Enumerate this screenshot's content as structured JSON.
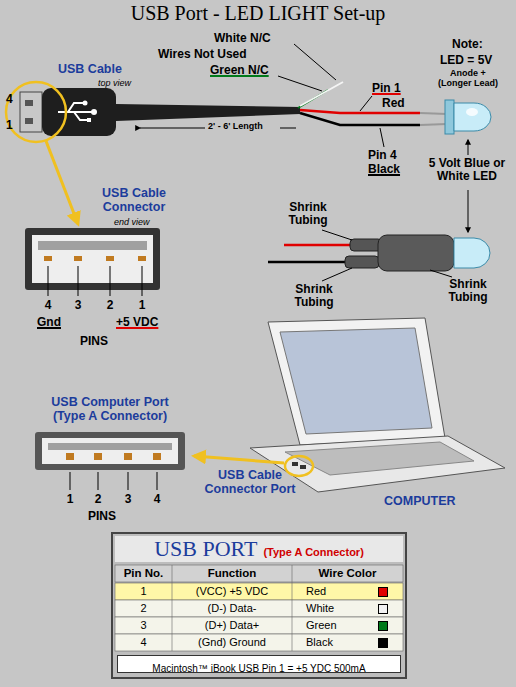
{
  "diagram": {
    "title": "USB Port - LED LIGHT Set-up",
    "nodes": [
      {
        "text": [
          "USB PORT",
          "(Type A Connector)"
        ]
      },
      {
        "text": [
          "Macintosh™ iBook USB Pin 1 = +5 YDC 500mA"
        ],
        "in": 0
      }
    ],
    "labels": [
      "USB Cable",
      "top view",
      "4",
      "1",
      "White N/C",
      "Wires Not Used",
      "Green N/C",
      "2' - 6' Length",
      "Pin 1",
      "Red",
      "Pin 4",
      "Black",
      "Note:",
      "LED = 5V",
      "Anode + (Longer Lead)",
      "5 Volt Blue or White LED",
      "USB Cable Connector",
      "end view",
      "4",
      "3",
      "2",
      "1",
      "Gnd",
      "+5 VDC",
      "PINS",
      "Shrink Tubing",
      "Shrink Tubing",
      "Shrink Tubing",
      "USB Computer Port (Type A Connector)",
      "1",
      "2",
      "3",
      "4",
      "PINS",
      "USB Cable Connector Port",
      "COMPUTER",
      "Pin No.",
      "Function",
      "Wire Color",
      "1",
      "(VCC) +5 VDC",
      "2",
      "(D-) Data-",
      "3",
      "(D+) Data+",
      "4",
      "(Gnd) Ground"
    ],
    "legend": [
      {
        "text": "Red",
        "color": "#e00000"
      },
      {
        "text": "White",
        "color": "#f2f2f2"
      },
      {
        "text": "Green",
        "color": "#007a1a"
      },
      {
        "text": "Black",
        "color": "#000000"
      }
    ]
  }
}
